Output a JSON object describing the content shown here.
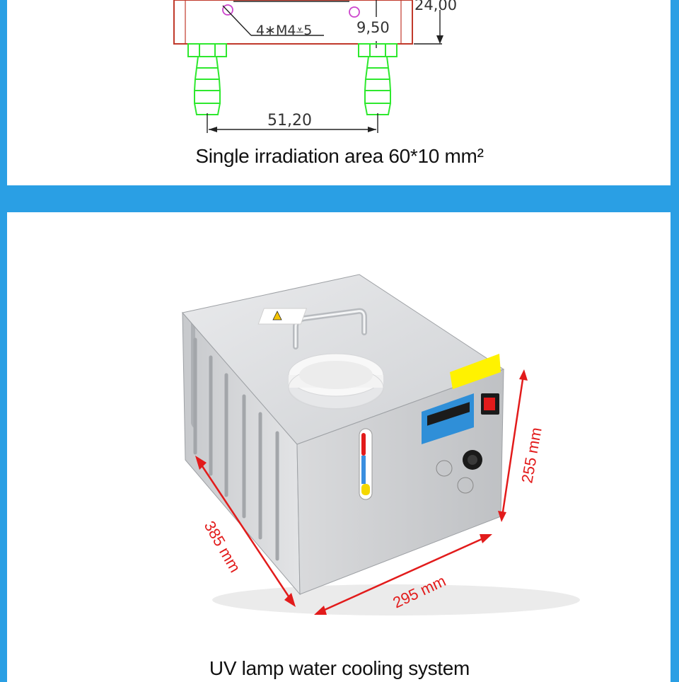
{
  "top_panel": {
    "caption": "Single irradiation area 60*10 mm²",
    "drawing": {
      "hole_note": "4∗M4⩡5",
      "dim_height": "24,00",
      "dim_offset": "9,50",
      "dim_pitch": "51,20"
    }
  },
  "bottom_panel": {
    "caption": "UV lamp water cooling system",
    "dimensions": {
      "length": "385 mm",
      "width": "295 mm",
      "height": "255 mm"
    }
  },
  "colors": {
    "frame": "#2a9fe4",
    "drawing_outline": "#c0392b",
    "fitting": "#2ee82e",
    "dimension_arrow": "#e21b1b",
    "warning_label": "#fff200"
  }
}
